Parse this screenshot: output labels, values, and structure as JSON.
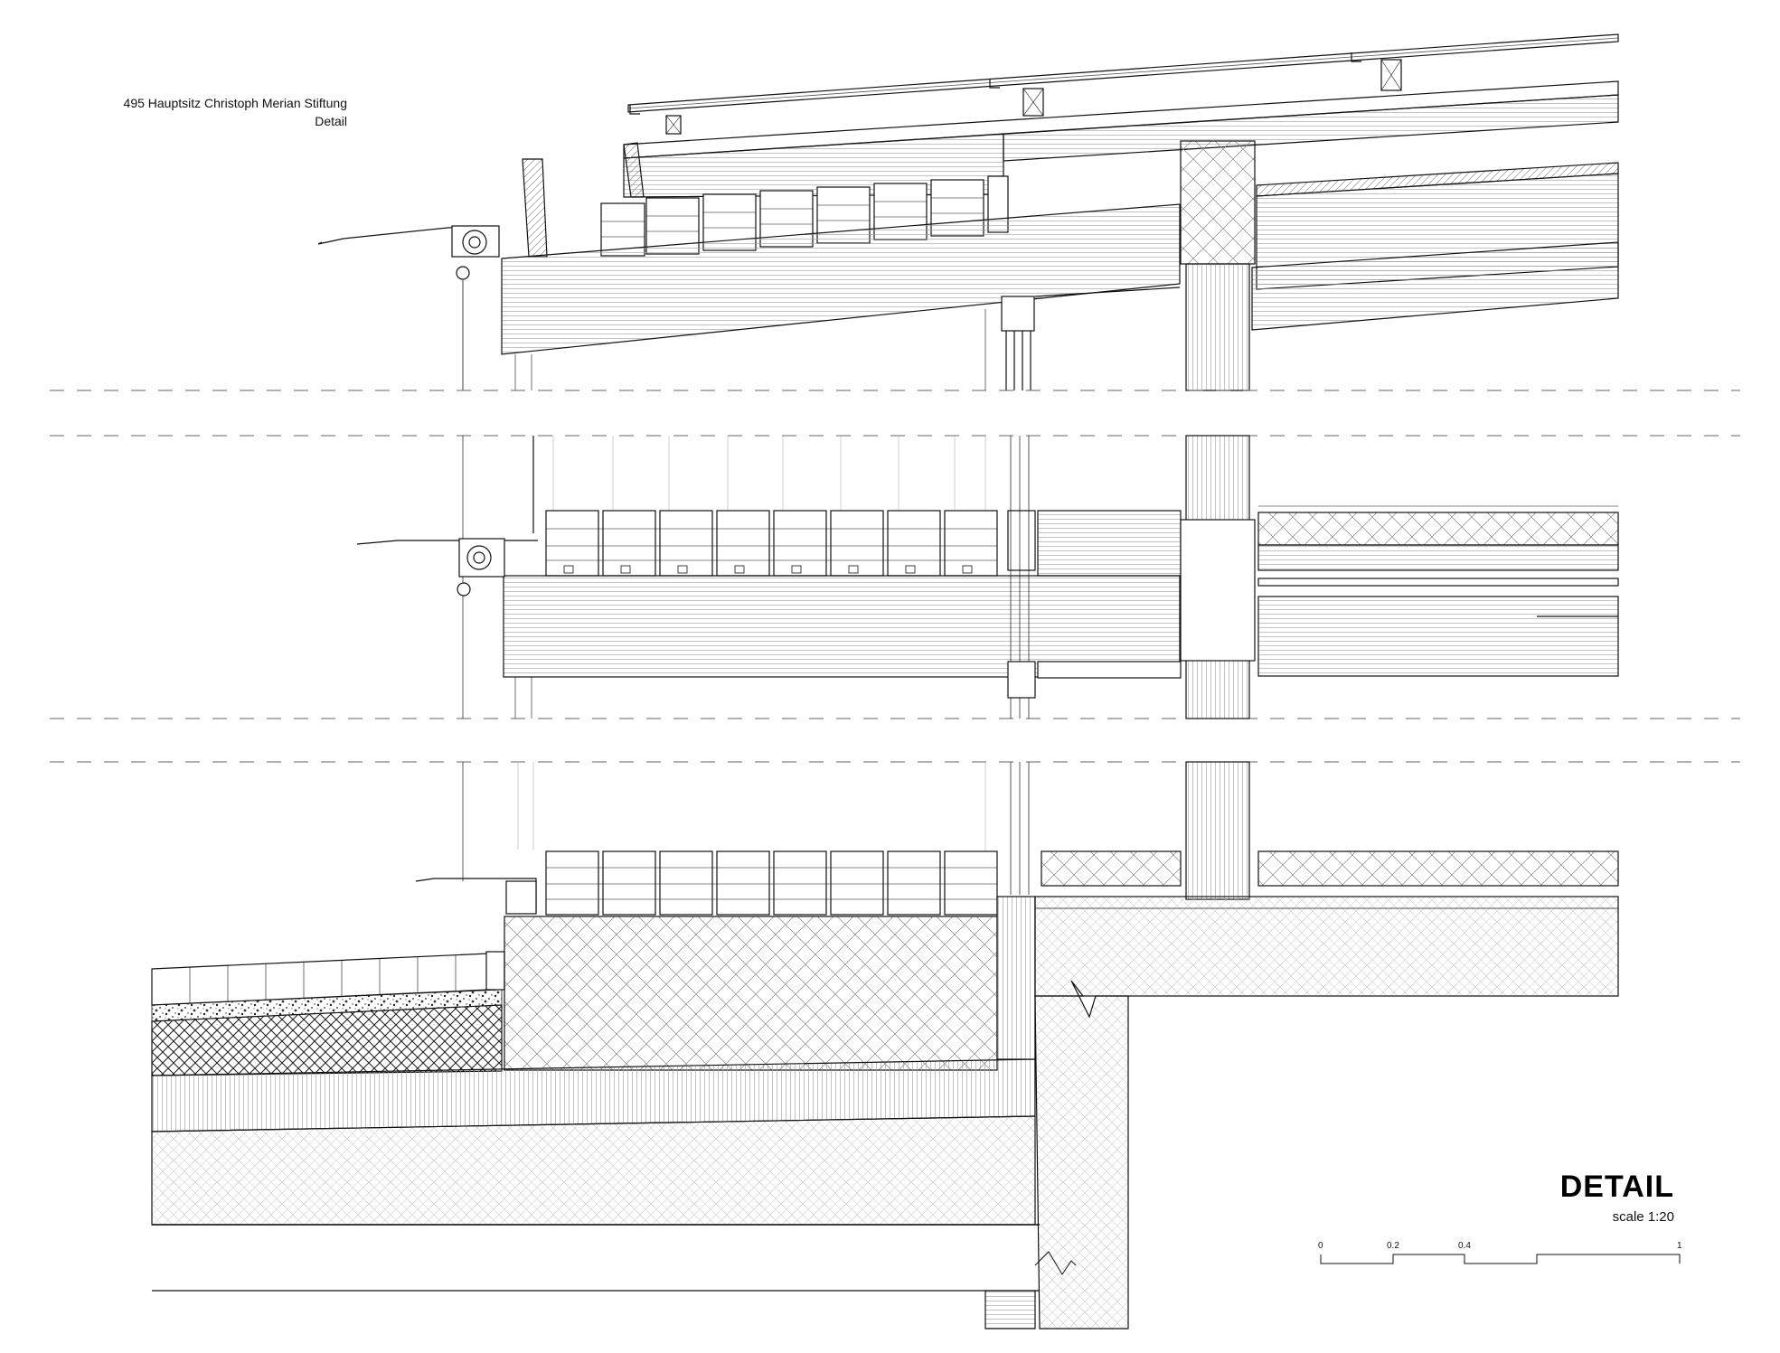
{
  "header": {
    "project": "495 Hauptsitz Christoph Merian Stiftung",
    "sheet": "Detail"
  },
  "title_block": {
    "title": "DETAIL",
    "scale": "scale 1:20"
  },
  "scale_bar": {
    "ticks": [
      "0",
      "0.2",
      "0.4",
      "1"
    ]
  },
  "sections": [
    "roof-eave-section",
    "intermediate-floor-section",
    "ground-floor-section"
  ]
}
